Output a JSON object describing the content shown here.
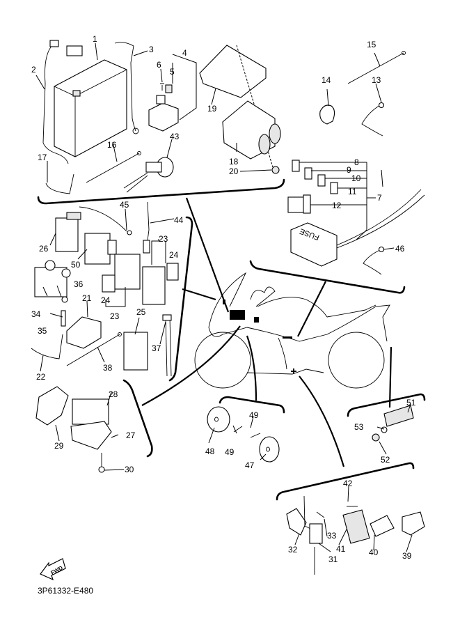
{
  "diagram": {
    "title": "Electrical parts exploded view",
    "drawing_code": "3P61332-E480",
    "fwd_label": "FWD",
    "fuse_box_label": "FUSE",
    "callouts": [
      {
        "id": "c1",
        "text": "1"
      },
      {
        "id": "c2",
        "text": "2"
      },
      {
        "id": "c3",
        "text": "3"
      },
      {
        "id": "c4",
        "text": "4"
      },
      {
        "id": "c5",
        "text": "5"
      },
      {
        "id": "c6",
        "text": "6"
      },
      {
        "id": "c7",
        "text": "7"
      },
      {
        "id": "c8",
        "text": "8"
      },
      {
        "id": "c9",
        "text": "9"
      },
      {
        "id": "c10",
        "text": "10"
      },
      {
        "id": "c11",
        "text": "11"
      },
      {
        "id": "c12",
        "text": "12"
      },
      {
        "id": "c13",
        "text": "13"
      },
      {
        "id": "c14",
        "text": "14"
      },
      {
        "id": "c15",
        "text": "15"
      },
      {
        "id": "c16",
        "text": "16"
      },
      {
        "id": "c17",
        "text": "17"
      },
      {
        "id": "c18",
        "text": "18"
      },
      {
        "id": "c19",
        "text": "19"
      },
      {
        "id": "c20",
        "text": "20"
      },
      {
        "id": "c21",
        "text": "21"
      },
      {
        "id": "c22",
        "text": "22"
      },
      {
        "id": "c23a",
        "text": "23"
      },
      {
        "id": "c23b",
        "text": "23"
      },
      {
        "id": "c24a",
        "text": "24"
      },
      {
        "id": "c24b",
        "text": "24"
      },
      {
        "id": "c25",
        "text": "25"
      },
      {
        "id": "c26",
        "text": "26"
      },
      {
        "id": "c27",
        "text": "27"
      },
      {
        "id": "c28",
        "text": "28"
      },
      {
        "id": "c29",
        "text": "29"
      },
      {
        "id": "c30",
        "text": "30"
      },
      {
        "id": "c31",
        "text": "31"
      },
      {
        "id": "c32",
        "text": "32"
      },
      {
        "id": "c33",
        "text": "33"
      },
      {
        "id": "c34",
        "text": "34"
      },
      {
        "id": "c35",
        "text": "35"
      },
      {
        "id": "c36",
        "text": "36"
      },
      {
        "id": "c37",
        "text": "37"
      },
      {
        "id": "c38",
        "text": "38"
      },
      {
        "id": "c39",
        "text": "39"
      },
      {
        "id": "c40",
        "text": "40"
      },
      {
        "id": "c41",
        "text": "41"
      },
      {
        "id": "c42",
        "text": "42"
      },
      {
        "id": "c43",
        "text": "43"
      },
      {
        "id": "c44",
        "text": "44"
      },
      {
        "id": "c45",
        "text": "45"
      },
      {
        "id": "c46",
        "text": "46"
      },
      {
        "id": "c47",
        "text": "47"
      },
      {
        "id": "c48",
        "text": "48"
      },
      {
        "id": "c49a",
        "text": "49"
      },
      {
        "id": "c49b",
        "text": "49"
      },
      {
        "id": "c50",
        "text": "50"
      },
      {
        "id": "c51",
        "text": "51"
      },
      {
        "id": "c52",
        "text": "52"
      },
      {
        "id": "c53",
        "text": "53"
      }
    ]
  }
}
